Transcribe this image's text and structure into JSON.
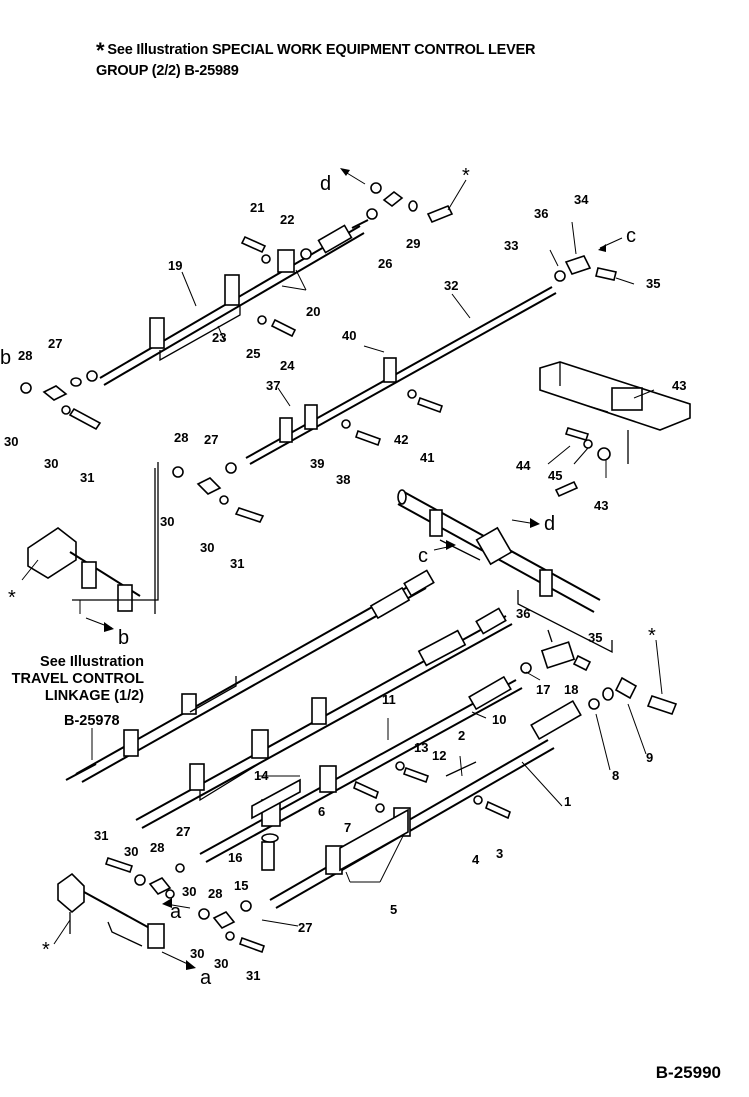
{
  "header": {
    "star": "*",
    "line1": "See Illustration SPECIAL WORK EQUIPMENT CONTROL LEVER",
    "line2": "GROUP (2/2) B-25989"
  },
  "travel_reference": {
    "line1": "See Illustration",
    "line2": "TRAVEL CONTROL",
    "line3": "LINKAGE (1/2)",
    "number": "B-25978"
  },
  "figure_id": "B-25990",
  "callouts": {
    "n1": "1",
    "n2": "2",
    "n3": "3",
    "n4": "4",
    "n5": "5",
    "n6": "6",
    "n7": "7",
    "n8": "8",
    "n9": "9",
    "n10": "10",
    "n11": "11",
    "n12": "12",
    "n13": "13",
    "n14": "14",
    "n15": "15",
    "n16": "16",
    "n17": "17",
    "n18": "18",
    "n19": "19",
    "n20": "20",
    "n21": "21",
    "n22": "22",
    "n23": "23",
    "n24": "24",
    "n25": "25",
    "n26": "26",
    "n27": "27",
    "n28": "28",
    "n29": "29",
    "n30": "30",
    "n31": "31",
    "n32": "32",
    "n33": "33",
    "n34": "34",
    "n35": "35",
    "n36": "36",
    "n37": "37",
    "n38": "38",
    "n39": "39",
    "n40": "40",
    "n41": "41",
    "n42": "42",
    "n43": "43",
    "n44": "44",
    "n45": "45"
  },
  "letters": {
    "a": "a",
    "b": "b",
    "c": "c",
    "d": "d"
  },
  "star": "*"
}
